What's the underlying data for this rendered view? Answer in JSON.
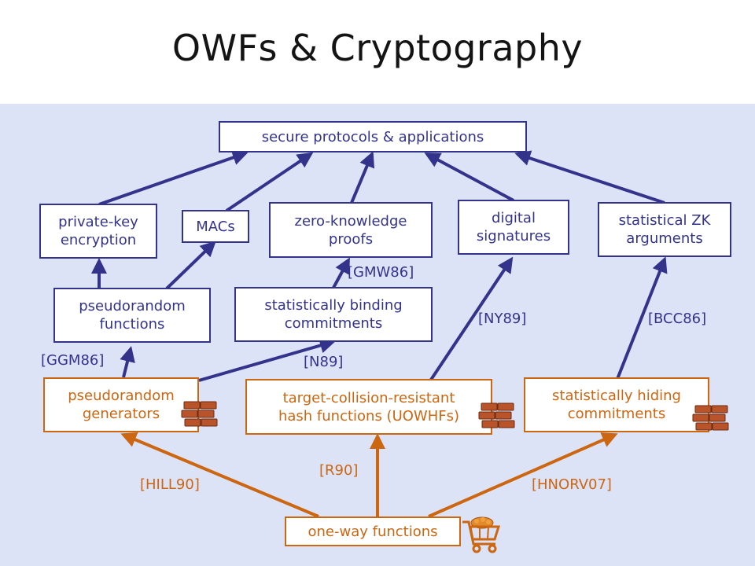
{
  "title": "OWFs & Cryptography",
  "colors": {
    "blue": "#33338c",
    "orange": "#cc6611",
    "panel": "#dde3f7"
  },
  "nodes": {
    "secure": "secure protocols & applications",
    "private_key_1": "private-key",
    "private_key_2": "encryption",
    "macs": "MACs",
    "zk_1": "zero-knowledge",
    "zk_2": "proofs",
    "ds_1": "digital",
    "ds_2": "signatures",
    "szk_1": "statistical ZK",
    "szk_2": "arguments",
    "prf_1": "pseudorandom",
    "prf_2": "functions",
    "sbc_1": "statistically binding",
    "sbc_2": "commitments",
    "prg_1": "pseudorandom",
    "prg_2": "generators",
    "tcr_1": "target-collision-resistant",
    "tcr_2": "hash functions (UOWHFs)",
    "shc_1": "statistically hiding",
    "shc_2": "commitments",
    "owf": "one-way functions"
  },
  "citations": {
    "gmw86": "[GMW86]",
    "ny89": "[NY89]",
    "bcc86": "[BCC86]",
    "ggm86": "[GGM86]",
    "n89": "[N89]",
    "r90": "[R90]",
    "hill90": "[HILL90]",
    "hnorv07": "[HNORV07]"
  },
  "icons": {
    "brick": "brick-wall-icon",
    "cart": "shopping-cart-icon"
  }
}
